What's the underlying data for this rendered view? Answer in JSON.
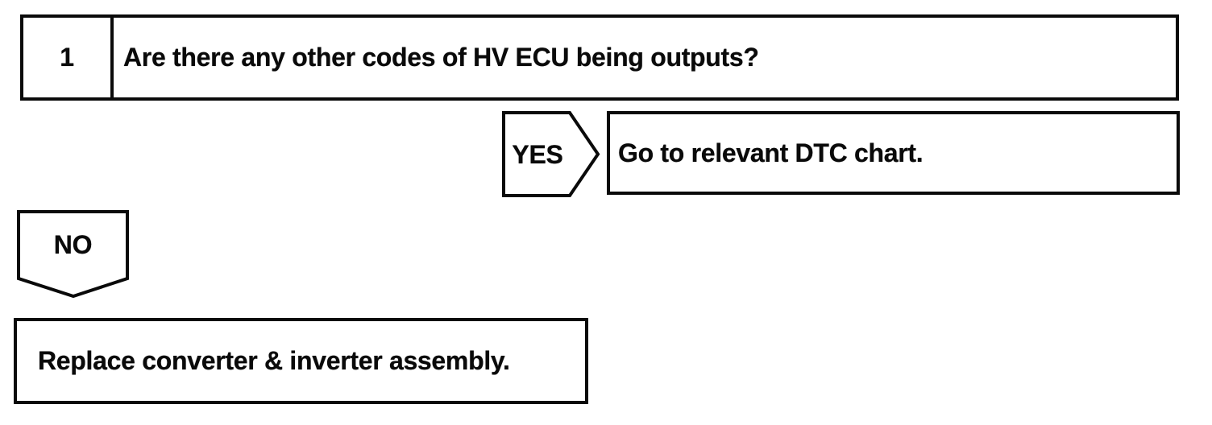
{
  "flowchart": {
    "step": {
      "number": "1",
      "question": "Are there any other codes of HV ECU being outputs?"
    },
    "yes_branch": {
      "label": "YES",
      "action": "Go to relevant DTC chart."
    },
    "no_branch": {
      "label": "NO",
      "action": "Replace converter & inverter assembly."
    },
    "colors": {
      "ink": "#0a0a0a",
      "paper": "#ffffff"
    }
  }
}
